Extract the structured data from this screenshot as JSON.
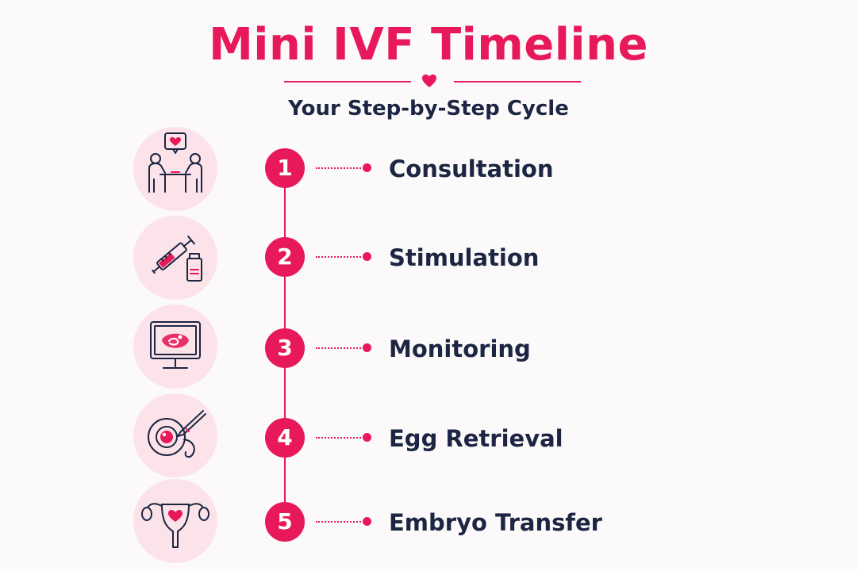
{
  "header": {
    "title": "Mini IVF Timeline",
    "subtitle": "Your Step-by-Step Cycle"
  },
  "colors": {
    "accent": "#e8195a",
    "text": "#1c2541",
    "icon_bg": "#fbe3e9",
    "background": "#fbf9fa"
  },
  "steps": [
    {
      "number": "1",
      "label": "Consultation",
      "icon": "consultation-icon"
    },
    {
      "number": "2",
      "label": "Stimulation",
      "icon": "syringe-vial-icon"
    },
    {
      "number": "3",
      "label": "Monitoring",
      "icon": "ultrasound-monitor-icon"
    },
    {
      "number": "4",
      "label": "Egg Retrieval",
      "icon": "egg-pipette-icon"
    },
    {
      "number": "5",
      "label": "Embryo Transfer",
      "icon": "uterus-icon"
    }
  ]
}
